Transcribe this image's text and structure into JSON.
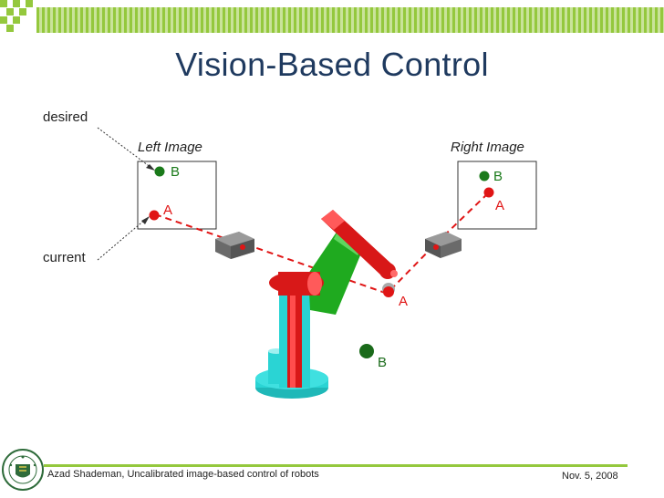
{
  "slide": {
    "title": "Vision-Based Control",
    "annotations": {
      "desired": "desired",
      "current": "current"
    },
    "left_image": {
      "label": "Left Image",
      "point_b": "B",
      "point_a": "A"
    },
    "right_image": {
      "label": "Right Image",
      "point_b": "B",
      "point_a": "A"
    },
    "scene": {
      "point_a": "A",
      "point_b": "B"
    },
    "footer": {
      "author_line": "Azad Shademan, Uncalibrated image-based control of robots",
      "date": "Nov. 5, 2008"
    },
    "colors": {
      "accent_green": "#94c83d",
      "title_blue": "#1f3a5f",
      "desired_green": "#1a7a1a",
      "current_red": "#e01515",
      "robot_red": "#d81818",
      "robot_green": "#1faa1f",
      "robot_cyan": "#2ad4d4"
    },
    "icons": {
      "logo": "university-seal-icon",
      "camera": "camera-icon"
    }
  }
}
